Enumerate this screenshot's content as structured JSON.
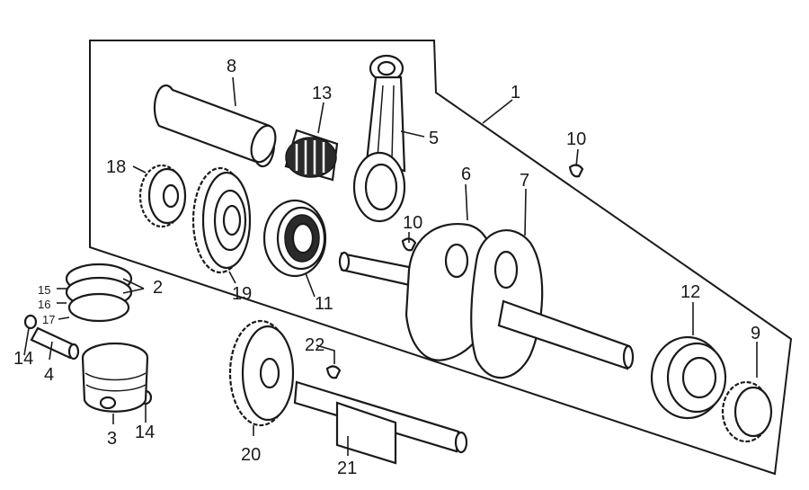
{
  "diagram": {
    "callouts": [
      {
        "id": "c1",
        "text": "1"
      },
      {
        "id": "c2",
        "text": "2"
      },
      {
        "id": "c3",
        "text": "3"
      },
      {
        "id": "c4",
        "text": "4"
      },
      {
        "id": "c5",
        "text": "5"
      },
      {
        "id": "c6",
        "text": "6"
      },
      {
        "id": "c7",
        "text": "7"
      },
      {
        "id": "c8",
        "text": "8"
      },
      {
        "id": "c9",
        "text": "9"
      },
      {
        "id": "c10a",
        "text": "10"
      },
      {
        "id": "c10b",
        "text": "10"
      },
      {
        "id": "c11",
        "text": "11"
      },
      {
        "id": "c12",
        "text": "12"
      },
      {
        "id": "c13",
        "text": "13"
      },
      {
        "id": "c14a",
        "text": "14"
      },
      {
        "id": "c14b",
        "text": "14"
      },
      {
        "id": "c15",
        "text": "15"
      },
      {
        "id": "c16",
        "text": "16"
      },
      {
        "id": "c17",
        "text": "17"
      },
      {
        "id": "c18",
        "text": "18"
      },
      {
        "id": "c19",
        "text": "19"
      },
      {
        "id": "c20",
        "text": "20"
      },
      {
        "id": "c21",
        "text": "21"
      },
      {
        "id": "c22",
        "text": "22"
      }
    ]
  }
}
